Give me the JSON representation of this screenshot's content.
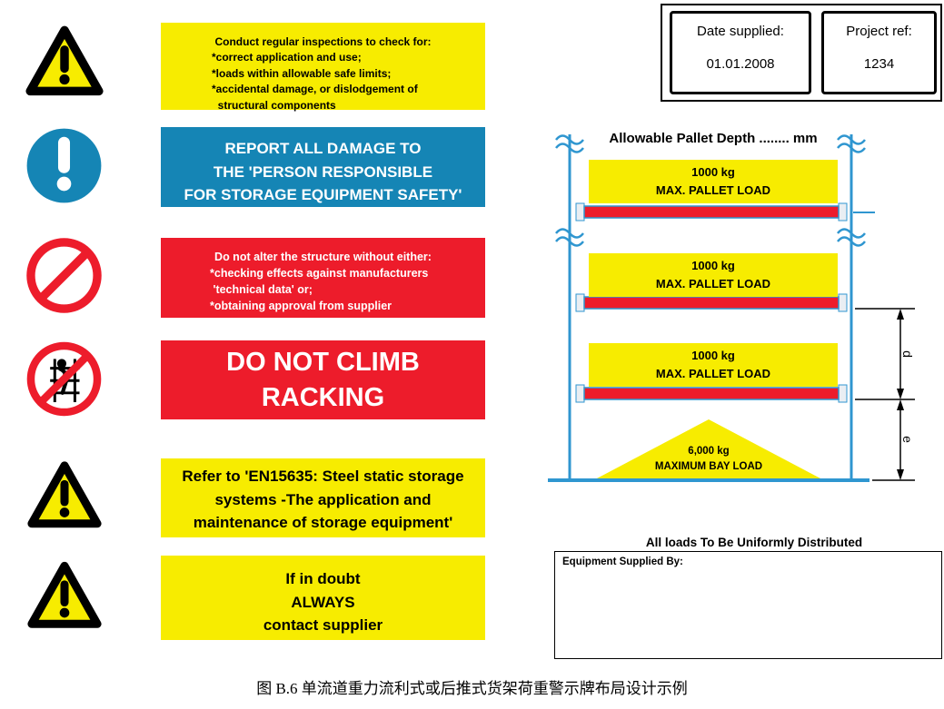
{
  "header": {
    "date_supplied": {
      "label": "Date supplied:",
      "value": "01.01.2008"
    },
    "project_ref": {
      "label": "Project ref:",
      "value": "1234"
    }
  },
  "signs": {
    "inspect": {
      "title": "Conduct regular inspections to check for:",
      "items": "*correct application and use;\n*loads within allowable safe limits;\n*accidental damage, or dislodgement of\n  structural components"
    },
    "report": {
      "text": "REPORT ALL DAMAGE TO\nTHE 'PERSON RESPONSIBLE\nFOR STORAGE EQUIPMENT SAFETY'"
    },
    "alter": {
      "title": "Do not alter the structure without either:",
      "items": "*checking effects against manufacturers\n 'technical data' or;\n*obtaining approval from supplier"
    },
    "climb": {
      "text": "DO NOT CLIMB\nRACKING"
    },
    "refer": {
      "text": "Refer to 'EN15635: Steel static storage\nsystems -The application and\nmaintenance of storage equipment'"
    },
    "doubt": {
      "text": "If in doubt\nALWAYS\ncontact supplier"
    }
  },
  "rack": {
    "pallet_depth": "Allowable Pallet Depth  ........ mm",
    "level1": "1000 kg\nMAX. PALLET LOAD",
    "level2": "1000 kg\nMAX. PALLET LOAD",
    "level3": "1000 kg\nMAX. PALLET LOAD",
    "bay_load": "6,000 kg\nMAXIMUM BAY LOAD",
    "dim_d": "d",
    "dim_e": "e",
    "note": "All loads To Be Uniformly Distributed"
  },
  "supplier": {
    "label": "Equipment Supplied By:"
  },
  "caption": "图 B.6  单流道重力流利式或后推式货架荷重警示牌布局设计示例",
  "colors": {
    "sign_yellow": "#f7ec00",
    "sign_blue": "#1585b5",
    "sign_red": "#ed1c2b",
    "rack_blue": "#2f96d0"
  }
}
